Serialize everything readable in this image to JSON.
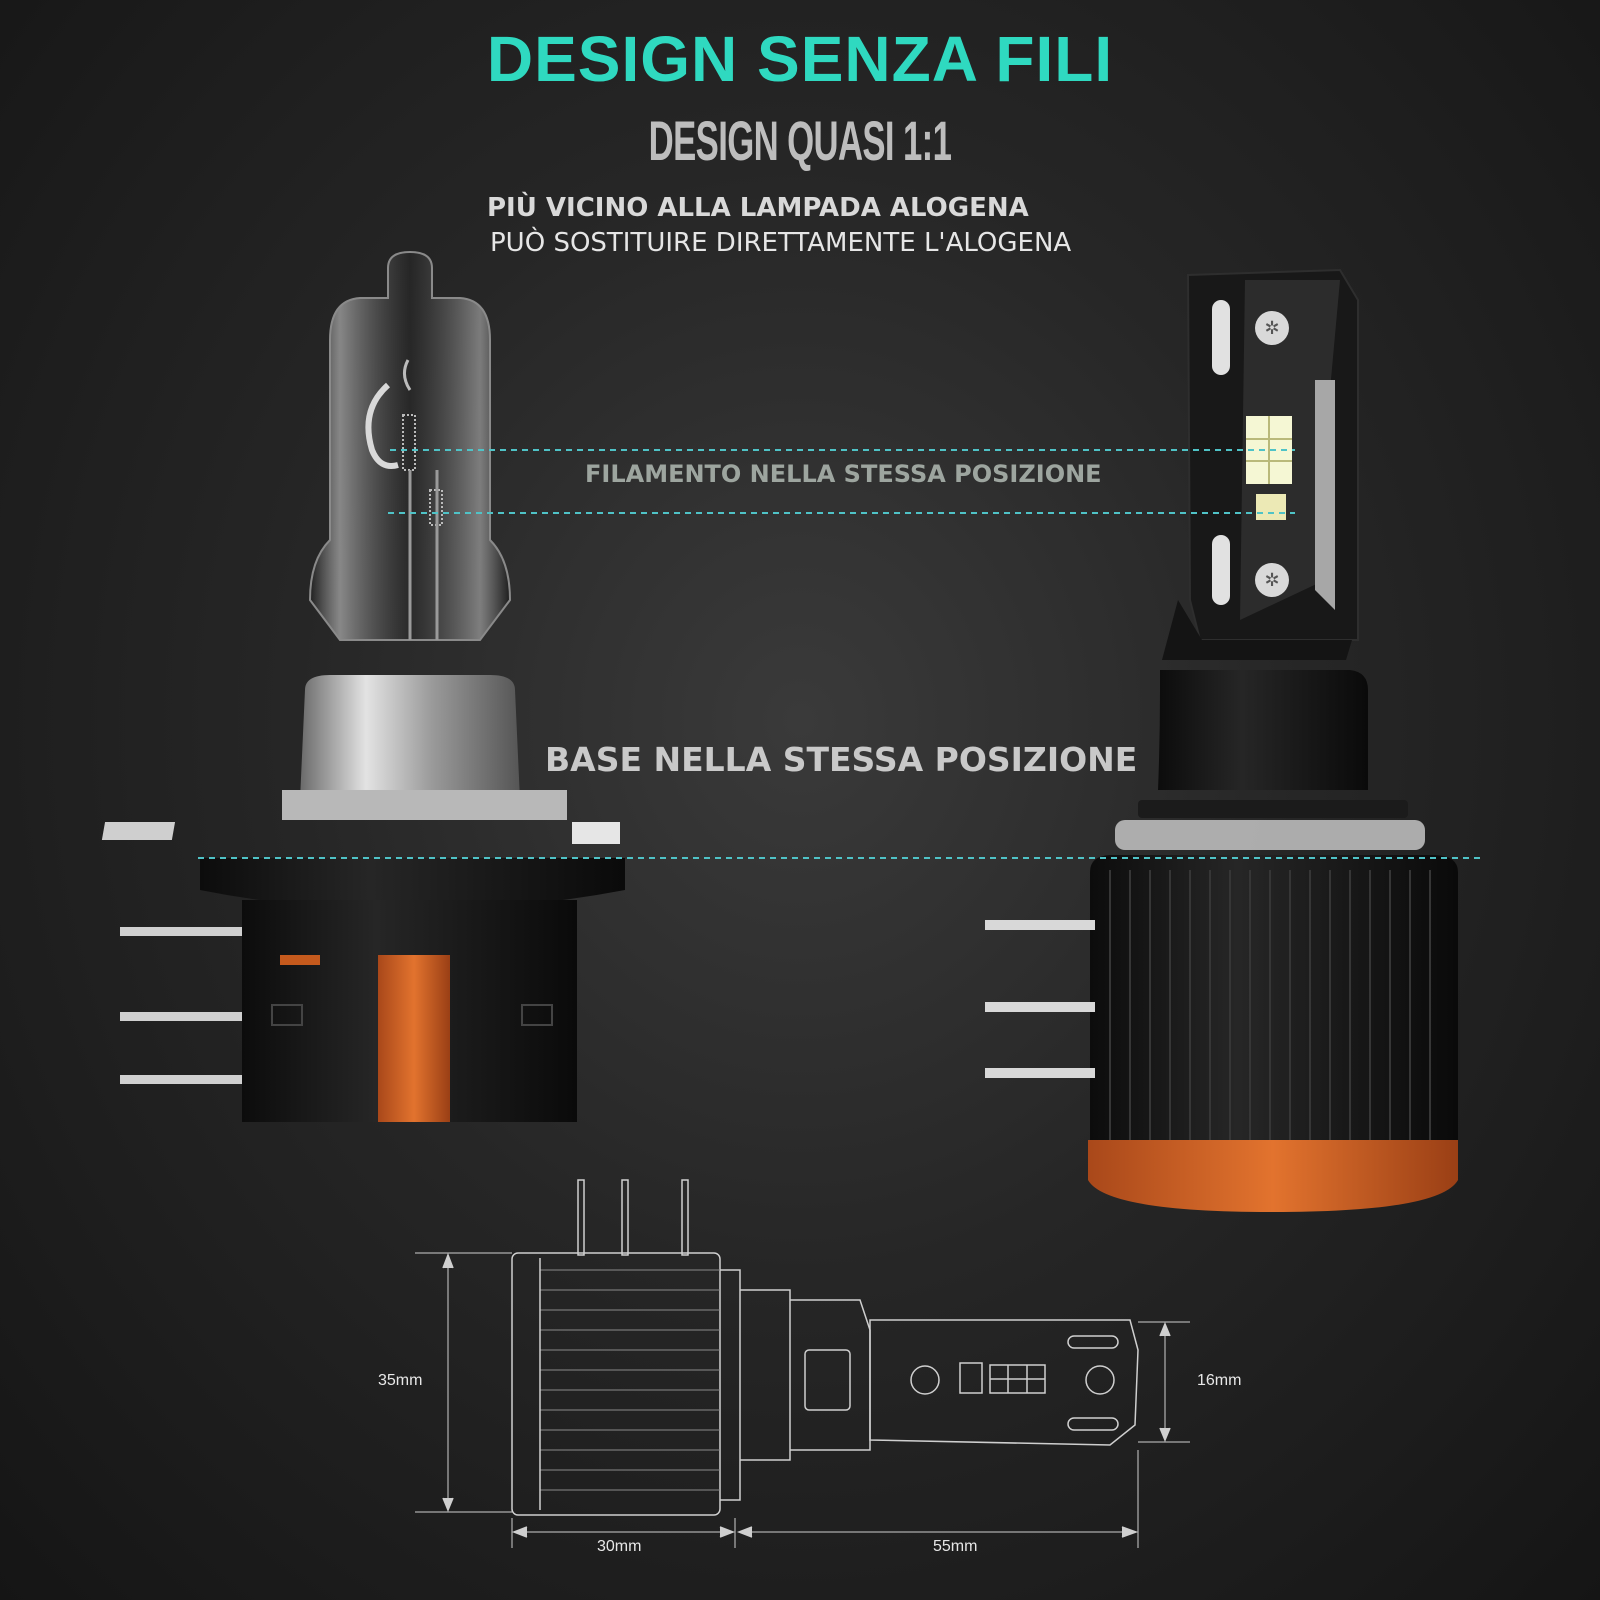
{
  "title": "DESIGN SENZA FILI",
  "subtitle": "DESIGN QUASI 1:1",
  "line1": "PIÙ VICINO ALLA LAMPADA ALOGENA",
  "line2": "PUÒ SOSTITUIRE DIRETTAMENTE L'ALOGENA",
  "label_filament": "FILAMENTO NELLA STESSA POSIZIONE",
  "label_base": "BASE NELLA STESSA POSIZIONE",
  "dimensions": {
    "height_total": "35mm",
    "height_head": "16mm",
    "width_base": "30mm",
    "width_head": "55mm"
  },
  "colors": {
    "title": "#2fd9c0",
    "guide_line": "#4fc3c7",
    "orange": "#d4621e"
  }
}
